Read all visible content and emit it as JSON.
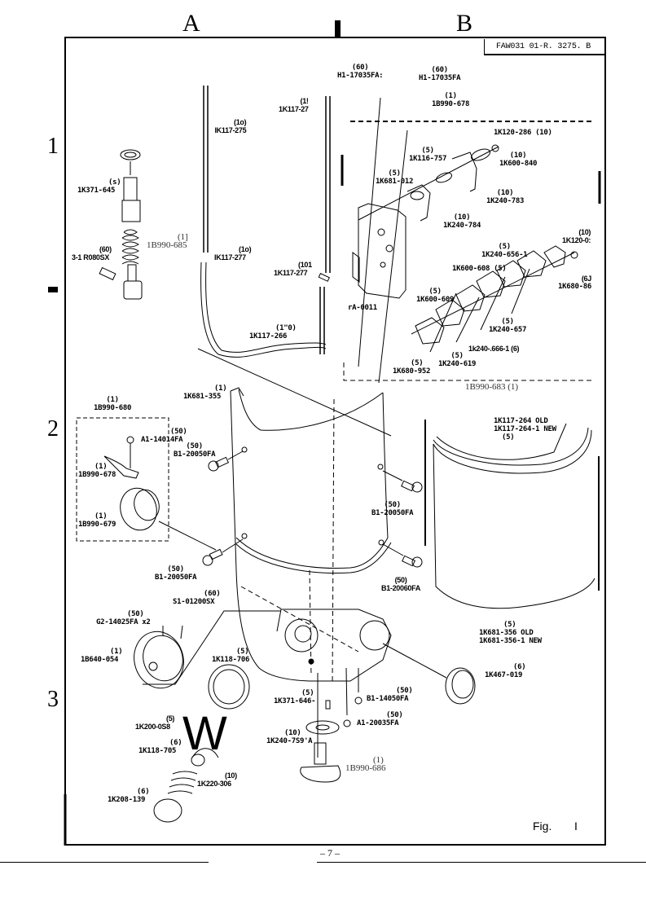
{
  "page": {
    "doc_ref": "FAW031 01-R. 3275. B",
    "grid_columns": [
      "A",
      "B"
    ],
    "grid_rows": [
      "1",
      "2",
      "3"
    ],
    "figure_label": "Fig.",
    "figure_number": "I",
    "page_number": "– 7 –"
  },
  "labels": {
    "h1_17035fa_a": {
      "qty": "(60)",
      "part": "H1-17035FA:"
    },
    "h1_17035fa_b": {
      "qty": "(60)",
      "part": "H1-17035FA"
    },
    "b1b990_678_top": {
      "qty": "(1)",
      "part": "1B990-678"
    },
    "k120_286": {
      "part": "1K120-286 (10)"
    },
    "k600_840": {
      "qty": "(10)",
      "part": "1K600-840"
    },
    "k116_757": {
      "qty": "(5)",
      "part": "1K116-757"
    },
    "k681_012": {
      "qty": "(5)",
      "part": "1K681-012"
    },
    "k240_783": {
      "qty": "(10)",
      "part": "1K240-783"
    },
    "k240_784": {
      "qty": "(10)",
      "part": "1K240-784"
    },
    "k120_0": {
      "qty": "(10)",
      "part": "1K120-0:"
    },
    "k240_656_1": {
      "qty": "(5)",
      "part": "1K240-656-1"
    },
    "k600_608_a": {
      "part": "1K600-608 (5)"
    },
    "k680_86": {
      "qty": "(6J",
      "part": "1K680-86"
    },
    "k600_609": {
      "qty": "(5)",
      "part": "1K600-609"
    },
    "ra_0011": {
      "part": "rA-0011"
    },
    "k240_657": {
      "qty": "(5)",
      "part": "1K240-657"
    },
    "k240_666_1": {
      "part": "1k240-.666-1 (6)"
    },
    "k240_619": {
      "qty": "(5)",
      "part": "1K240-619"
    },
    "k680_952": {
      "qty": "(5)",
      "part": "1K680-952"
    },
    "b990_683": {
      "part": "1B990-683 (1)"
    },
    "k117_275": {
      "qty": "(1o)",
      "part": "IK117-275"
    },
    "k117_27_top": {
      "qty": "(1!",
      "part": "1K117-27"
    },
    "k371_645": {
      "qty": "(s)",
      "part": "1K371-645"
    },
    "b990_685": {
      "qty": "(1]",
      "part": "1B990-685"
    },
    "r080sx": {
      "qty": "(60)",
      "part": "3-1 R080SX"
    },
    "k117_277_a": {
      "qty": "(1o)",
      "part": "IK117-277"
    },
    "k117_277_b": {
      "qty": "(101",
      "part": "1K117-277"
    },
    "k117_266": {
      "qty": "(1\"0)",
      "part": "1K117-266"
    },
    "k681_355": {
      "qty": "(1)",
      "part": "1K681-355"
    },
    "b990_680": {
      "qty": "(1)",
      "part": "1B990-680"
    },
    "a1_14014fa": {
      "qty": "(50)",
      "part": "A1-14014FA"
    },
    "b990_678_mid": {
      "qty": "(1)",
      "part": "1B990-678"
    },
    "b990_679": {
      "qty": "(1)",
      "part": "1B990-679"
    },
    "b1_20050fa_a": {
      "qty": "(50)",
      "part": "B1-20050FA"
    },
    "b1_20050fa_b": {
      "qty": "(50)",
      "part": "B1-20050FA"
    },
    "b1_20050fa_c": {
      "qty": "(50)",
      "part": "B1-20050FA"
    },
    "b1_20060fa": {
      "qty": "(50)",
      "part": "B1-20060FA"
    },
    "k117_264": {
      "old": "1K117-264  OLD",
      "new": "1K117-264-1  NEW",
      "qty": "(5)"
    },
    "k681_356": {
      "qty": "(5)",
      "old": "1K681-356  OLD",
      "new": "1K681-356-1 NEW"
    },
    "s1_01200sx": {
      "qty": "(60)",
      "part": "S1-01200SX"
    },
    "g2_14025fa": {
      "qty": "(50)",
      "part": "G2-14025FA x2"
    },
    "b640_054": {
      "qty": "(1)",
      "part": "1B640-054"
    },
    "k118_706": {
      "qty": "(5)",
      "part": "1K118-706"
    },
    "k467_019": {
      "qty": "(6)",
      "part": "1K467-019"
    },
    "k371_646": {
      "qty": "(5)",
      "part": "1K371-646-"
    },
    "b1_14050fa": {
      "qty": "(50)",
      "part": "B1-14050FA"
    },
    "a1_20035fa": {
      "qty": "(50)",
      "part": "A1-20035FA"
    },
    "k200_058": {
      "qty": "(5)",
      "part": "1K200-0S8"
    },
    "k240_759a": {
      "qty": "(10)",
      "part": "1K240-7S9'A"
    },
    "k118_705": {
      "qty": "(6)",
      "part": "1K118-705"
    },
    "b990_686": {
      "qty": "(1)",
      "part": "1B990-686"
    },
    "k220_306": {
      "qty": "(10)",
      "part": "1K220-306"
    },
    "k208_139": {
      "qty": "(6)",
      "part": "1K208-139"
    },
    "stray_w": "W"
  }
}
